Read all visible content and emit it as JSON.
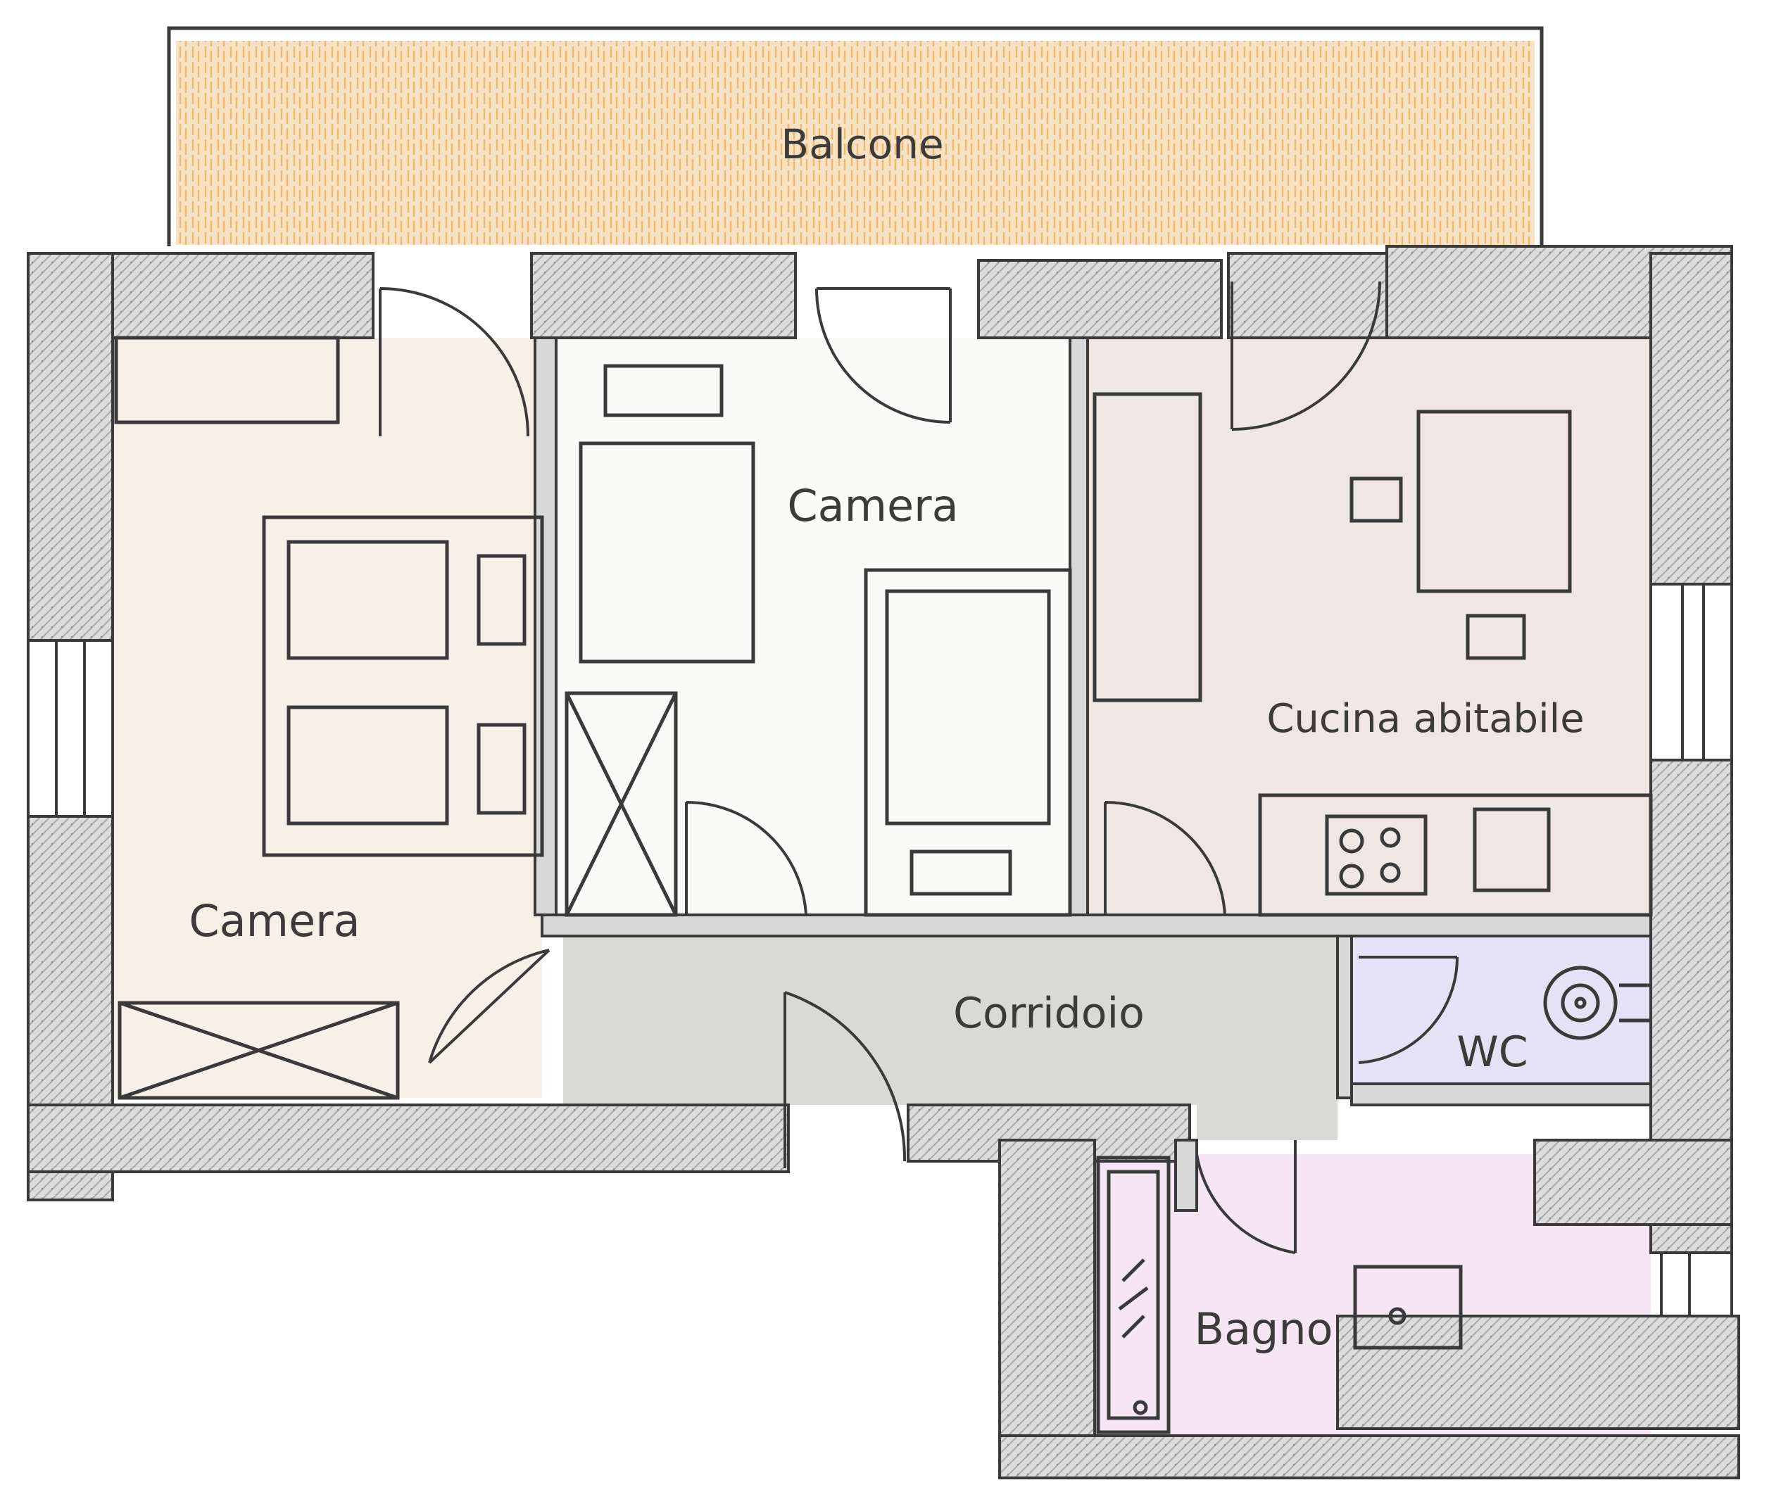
{
  "rooms": {
    "balcone": {
      "label": "Balcone",
      "color": "#f2c58a"
    },
    "camera_left": {
      "label": "Camera",
      "color": "#f5f1e6"
    },
    "camera_mid": {
      "label": "Camera",
      "color": "#fafaf8"
    },
    "cucina": {
      "label": "Cucina abitabile",
      "color": "#f0e6e4"
    },
    "corridoio": {
      "label": "Corridoio",
      "color": "#d9d9d6"
    },
    "wc": {
      "label": "WC",
      "color": "#e4e2f4"
    },
    "bagno": {
      "label": "Bagno",
      "color": "#f6e6f4"
    }
  },
  "colors": {
    "wall": "#c9c9c9",
    "line": "#3a3a3a",
    "hatch": "#a8a8a8"
  }
}
